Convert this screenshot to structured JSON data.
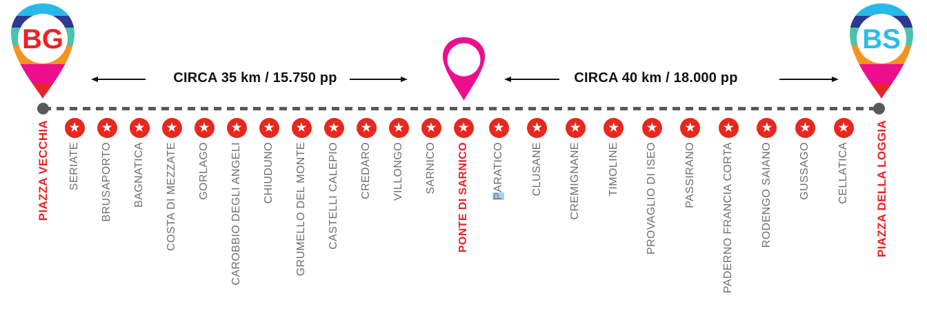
{
  "diagram": {
    "left_terminal": {
      "code": "BG",
      "name": "PIAZZA VECCHIA",
      "code_color": "#ed2124"
    },
    "right_terminal": {
      "code": "BS",
      "name": "PIAZZA DELLA LOGGIA",
      "code_color": "#29bdeb"
    },
    "segments": [
      {
        "annotation": "CIRCA 35 km / 15.750 pp",
        "stops": [
          {
            "name": "SERIATE"
          },
          {
            "name": "BRUSAPORTO"
          },
          {
            "name": "BAGNATICA"
          },
          {
            "name": "COSTA DI MEZZATE"
          },
          {
            "name": "GORLAGO"
          },
          {
            "name": "CAROBBIO DEGLI ANGELI"
          },
          {
            "name": "CHIUDUNO"
          },
          {
            "name": "GRUMELLO DEL MONTE"
          },
          {
            "name": "CASTELLI CALEPIO"
          },
          {
            "name": "CREDARO"
          },
          {
            "name": "VILLONGO"
          },
          {
            "name": "SARNICO"
          },
          {
            "name": "PONTE DI SARNICO",
            "emphasis": true
          }
        ]
      },
      {
        "annotation": "CIRCA 40 km / 18.000 pp",
        "stops": [
          {
            "name": "PARATICO",
            "selection_highlight": true
          },
          {
            "name": "CLUSANE"
          },
          {
            "name": "CREMIGNANE"
          },
          {
            "name": "TIMOLINE"
          },
          {
            "name": "PROVAGLIO DI ISEO"
          },
          {
            "name": "PASSIRANO"
          },
          {
            "name": "PADERNO FRANCIA CORTA"
          },
          {
            "name": "RODENGO SAIANO"
          },
          {
            "name": "GUSSAGO"
          },
          {
            "name": "CELLATICA"
          }
        ]
      }
    ]
  },
  "icons": {
    "stop_star_glyph": "★"
  },
  "colors": {
    "pin_stripes": [
      "#29b9e8",
      "#2b3990",
      "#4cc1ad",
      "#f6921e",
      "#ec0e8c",
      "#e8242b"
    ],
    "center_pin": "#ec0e8c",
    "stop_star": "#e8271d",
    "emphasis_red": "#ed2124",
    "label_gray": "#6d6e71",
    "route_line": "#58595b",
    "selection_blue": "#aacdee",
    "annotation_black": "#111111"
  }
}
